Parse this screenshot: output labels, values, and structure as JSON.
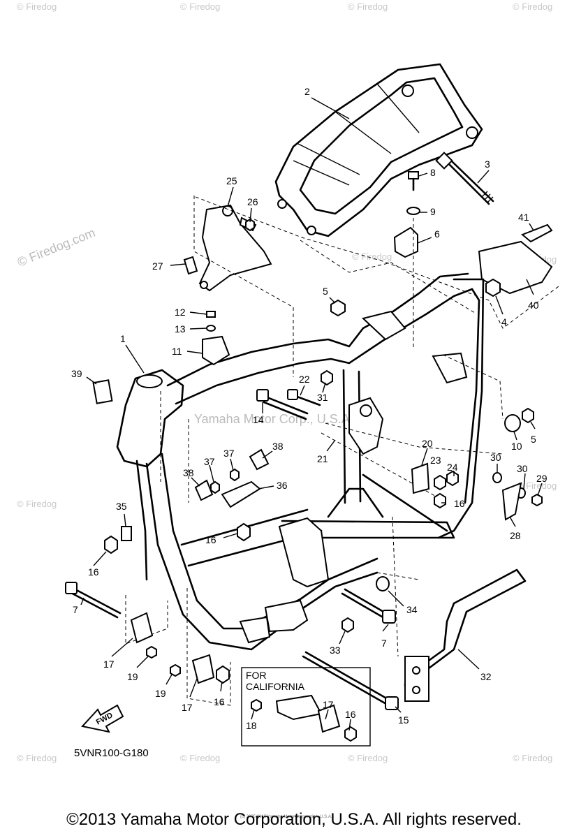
{
  "watermarks": {
    "site_side": "© Firedog.com",
    "site_short": "© Firedog",
    "center": "Yamaha Motor Corp., U.S.A."
  },
  "diagram": {
    "code": "5VNR100-G180",
    "fwd": "FWD",
    "california_title_1": "FOR",
    "california_title_2": "CALIFORNIA",
    "labels": [
      {
        "n": "2"
      },
      {
        "n": "3"
      },
      {
        "n": "8"
      },
      {
        "n": "9"
      },
      {
        "n": "25"
      },
      {
        "n": "26"
      },
      {
        "n": "6"
      },
      {
        "n": "41"
      },
      {
        "n": "27"
      },
      {
        "n": "40"
      },
      {
        "n": "5"
      },
      {
        "n": "4"
      },
      {
        "n": "12"
      },
      {
        "n": "13"
      },
      {
        "n": "11"
      },
      {
        "n": "1"
      },
      {
        "n": "39"
      },
      {
        "n": "22"
      },
      {
        "n": "31"
      },
      {
        "n": "14"
      },
      {
        "n": "10"
      },
      {
        "n": "5"
      },
      {
        "n": "38"
      },
      {
        "n": "37"
      },
      {
        "n": "20"
      },
      {
        "n": "21"
      },
      {
        "n": "23"
      },
      {
        "n": "24"
      },
      {
        "n": "30"
      },
      {
        "n": "30"
      },
      {
        "n": "29"
      },
      {
        "n": "38"
      },
      {
        "n": "37"
      },
      {
        "n": "36"
      },
      {
        "n": "16"
      },
      {
        "n": "28"
      },
      {
        "n": "35"
      },
      {
        "n": "16"
      },
      {
        "n": "16"
      },
      {
        "n": "34"
      },
      {
        "n": "7"
      },
      {
        "n": "7"
      },
      {
        "n": "33"
      },
      {
        "n": "17"
      },
      {
        "n": "19"
      },
      {
        "n": "32"
      },
      {
        "n": "19"
      },
      {
        "n": "17"
      },
      {
        "n": "16"
      },
      {
        "n": "17"
      },
      {
        "n": "16"
      },
      {
        "n": "18"
      },
      {
        "n": "15"
      }
    ]
  },
  "footer": {
    "copyright": "©2013 Yamaha Motor Corporation, U.S.A. All rights reserved.",
    "tiny_print": "(c) 2005-2015 Yamaha Motor Corporation, U.S.A."
  }
}
